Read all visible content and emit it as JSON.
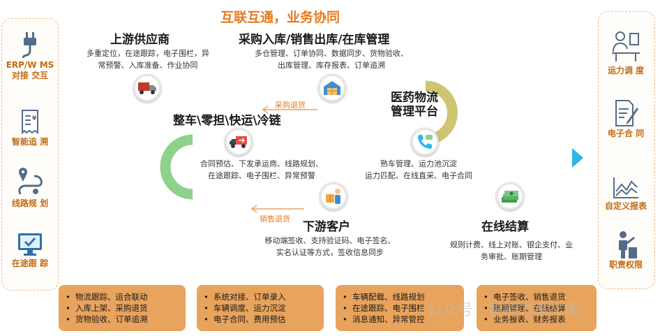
{
  "slogan": "互联互通，业务协同",
  "left_panel": [
    {
      "label": "ERP/W MS对接 交互",
      "icon": "plug-icon"
    },
    {
      "label": "智能追 溯",
      "icon": "receipt-icon"
    },
    {
      "label": "线路规 划",
      "icon": "route-pin-icon"
    },
    {
      "label": "在途跟 踪",
      "icon": "monitor-check-icon"
    }
  ],
  "right_panel": [
    {
      "label": "运力调 度",
      "icon": "desk-worker-icon"
    },
    {
      "label": "电子合 同",
      "icon": "document-pen-icon"
    },
    {
      "label": "自定义报表",
      "icon": "line-chart-icon"
    },
    {
      "label": "职责权限",
      "icon": "person-podium-icon"
    }
  ],
  "stages": {
    "upstream": {
      "title": "上游供应商",
      "desc": [
        "多重定位，在途跟踪，电子围栏，异",
        "常预警、入库准备、作业协同"
      ]
    },
    "warehouse": {
      "title": "采购入库/销售出库/在库管理",
      "desc": [
        "多仓管理、订单协同、数据同步、货物验收、",
        "出库管理、库存报表、订单追溯"
      ]
    },
    "platform": {
      "title": [
        "医药物流",
        "管理平台"
      ],
      "desc": [
        "熟车管理、运力池沉淀",
        "运力匹配、在线直采、电子合同"
      ]
    },
    "transport": {
      "title": "整车\\零担\\快运\\冷链",
      "desc": [
        "合同预估、下发承运商、线路规划、",
        "在途跟踪、电子围栏、异常预警"
      ]
    },
    "downstream": {
      "title": "下游客户",
      "desc": [
        "移动端签收、支持验证码、电子签名、",
        "实名认证等方式，签收信息同步"
      ]
    },
    "settlement": {
      "title": "在线结算",
      "desc": [
        "规则计费、线上对账、银企支付、业",
        "务审批、账期管理"
      ]
    }
  },
  "return_labels": {
    "purchase_return": "采购退货",
    "sales_return": "销售退货"
  },
  "bottom_boxes": [
    [
      "物流跟踪、运合联动",
      "入库上架、采购退货",
      "货物验收、订单追溯"
    ],
    [
      "系统对接、订单录入",
      "车辆调度、运力沉淀",
      "电子合同、费用预估"
    ],
    [
      "车辆配载、线路规划",
      "在途跟踪、电子围栏",
      "消息通知、异常管控"
    ],
    [
      "电子签收、销售退货",
      "账期管理、在线结算",
      "业务报表、财务报表"
    ]
  ],
  "watermark": "公众号 · 智能方案文库",
  "colors": {
    "accent_orange": "#e57b1e",
    "box_orange": "#e8a35c",
    "path_orange": "#e8a465",
    "path_khaki": "#cfc473",
    "path_green": "#8ed18a",
    "path_blue": "#2ab7ea",
    "arrow_blue": "#2ab7ea"
  }
}
